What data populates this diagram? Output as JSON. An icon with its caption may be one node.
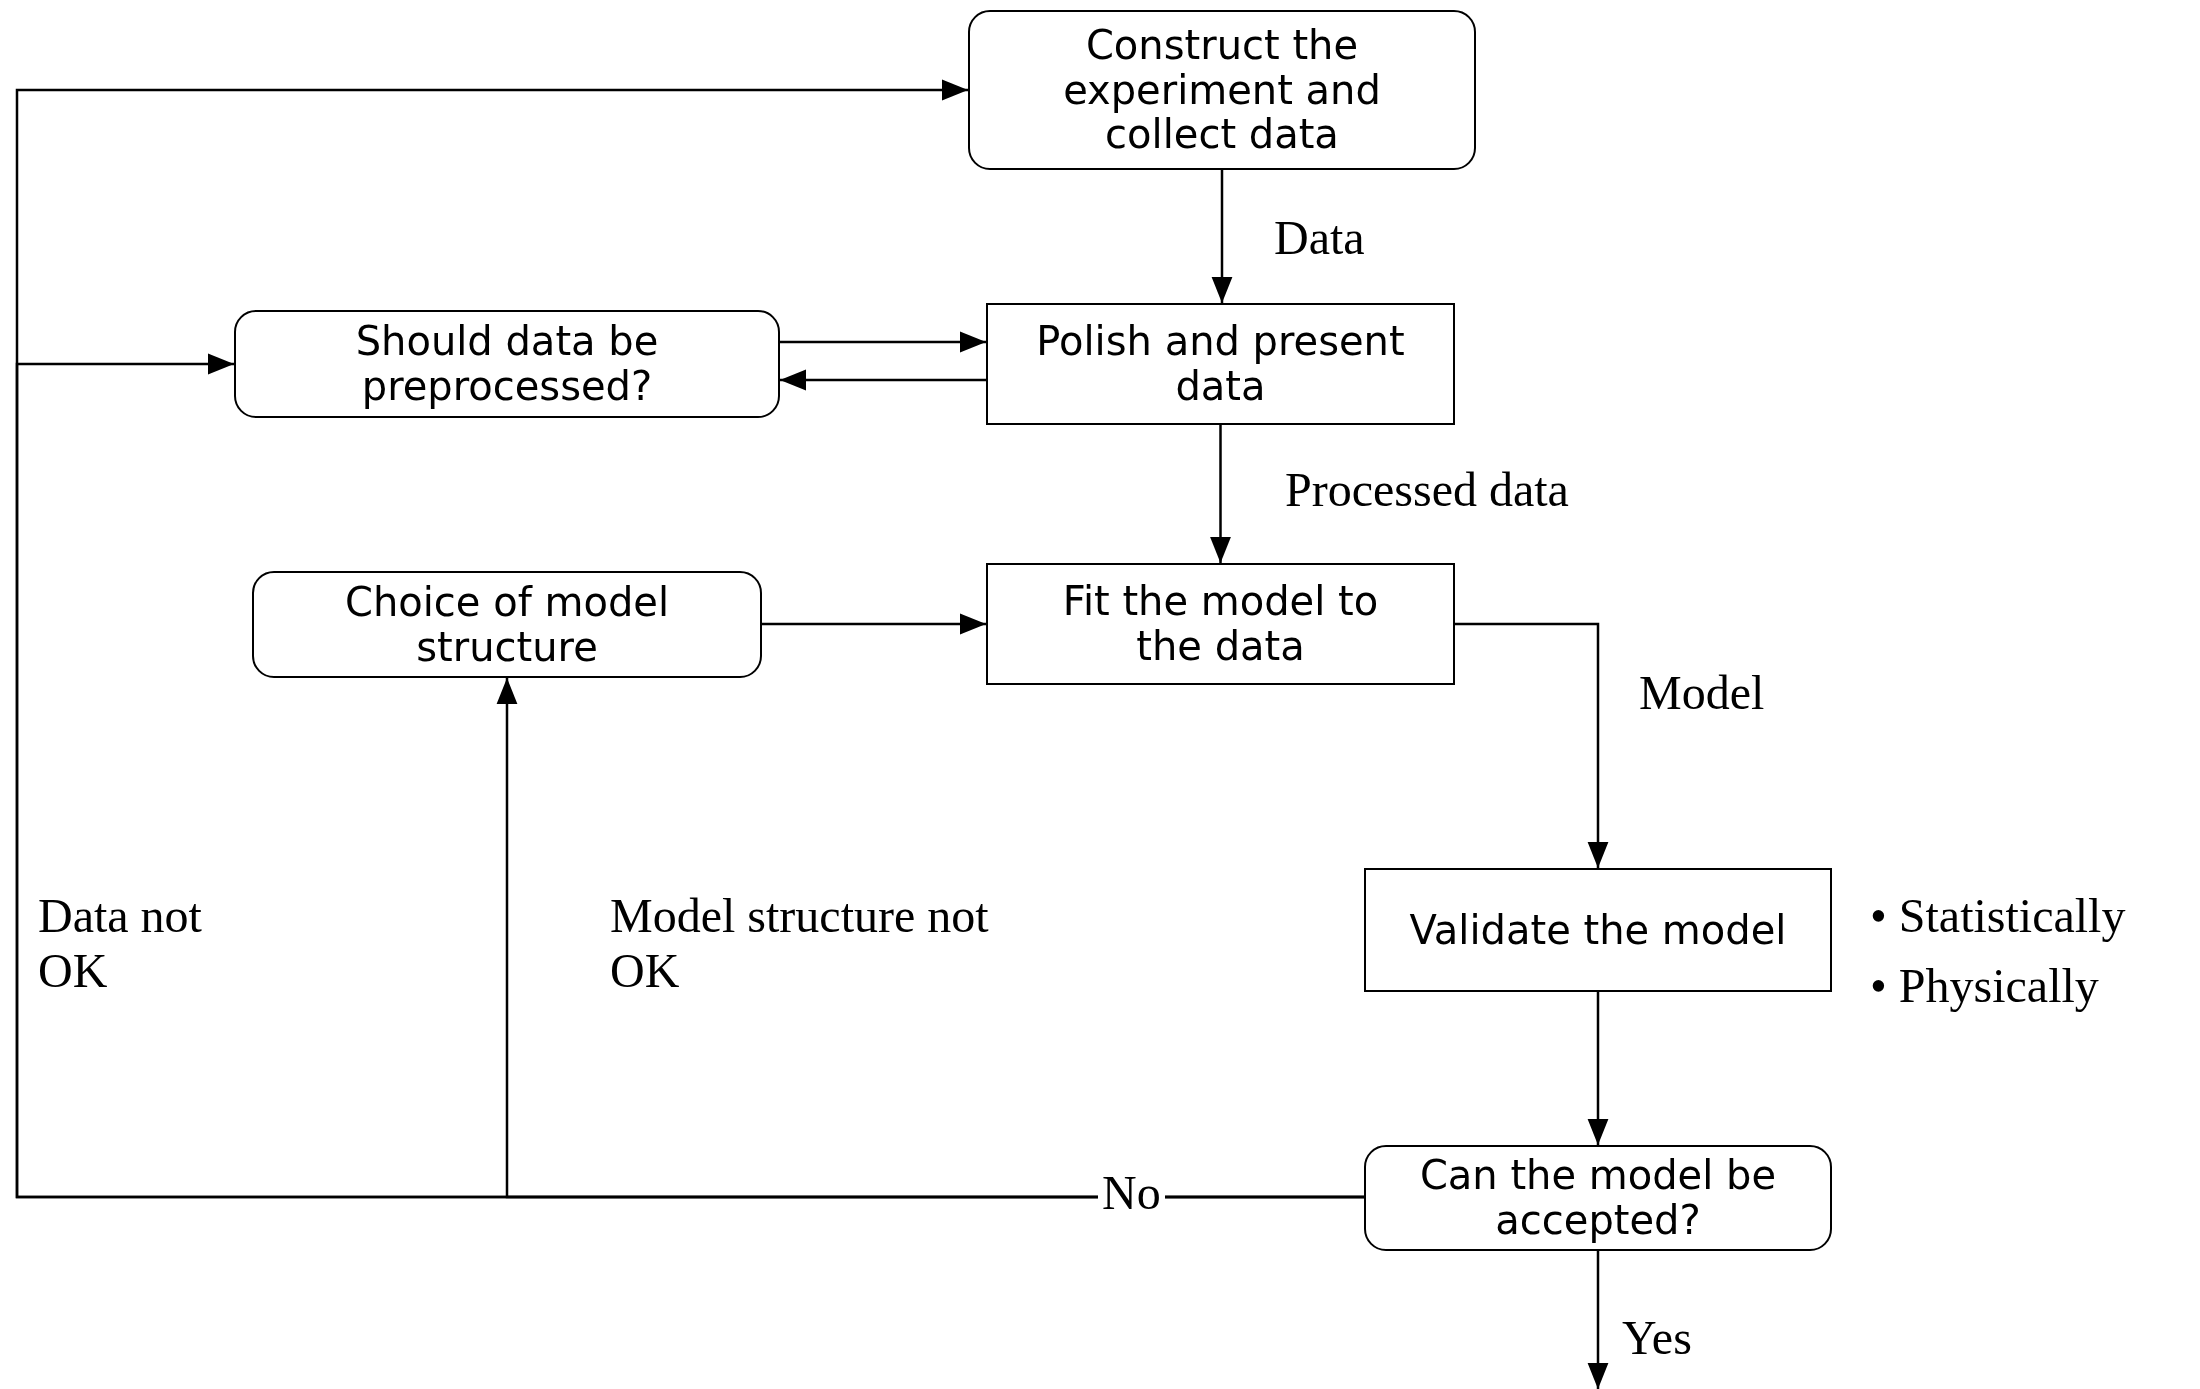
{
  "diagram": {
    "nodes": [
      {
        "text": [
          "Construct the experiment and collect data"
        ]
      },
      {
        "text": [
          "Should data be preprocessed?"
        ]
      },
      {
        "text": [
          "Polish and present data"
        ]
      },
      {
        "text": [
          "Choice of model structure"
        ]
      },
      {
        "text": [
          "Fit the model to the data"
        ]
      },
      {
        "text": [
          "Validate the model"
        ],
        "beside": [
          "• Statistically",
          "• Physically"
        ]
      },
      {
        "text": [
          "Can the model be accepted?"
        ]
      }
    ],
    "edges": [
      {
        "from": 0,
        "to": 2,
        "arrow": "to",
        "label": "Data"
      },
      {
        "from": 1,
        "to": 2,
        "arrow": "to"
      },
      {
        "from": 2,
        "to": 1,
        "arrow": "to"
      },
      {
        "from": 2,
        "to": 4,
        "arrow": "to",
        "label": "Processed data"
      },
      {
        "from": 3,
        "to": 4,
        "arrow": "to"
      },
      {
        "from": 4,
        "to": 5,
        "arrow": "to",
        "label": "Model"
      },
      {
        "from": 5,
        "to": 6,
        "arrow": "to"
      },
      {
        "from": 6,
        "to": 0,
        "arrow": "to",
        "label": "Data not OK"
      },
      {
        "from": 6,
        "to": 1,
        "arrow": "to"
      },
      {
        "from": 6,
        "to": 3,
        "arrow": "to",
        "label": "Model structure not OK"
      },
      {
        "from": 6,
        "to": null,
        "arrow": "to",
        "label": "Yes"
      }
    ],
    "labels": [
      "No"
    ]
  }
}
